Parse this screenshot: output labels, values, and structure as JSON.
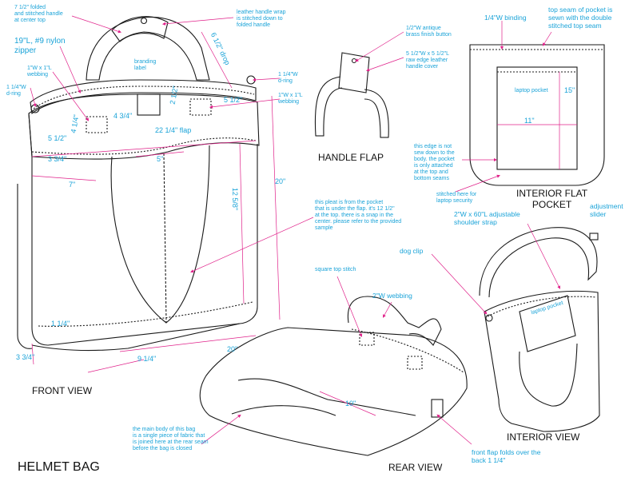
{
  "sheet_title": "HELMET BAG",
  "views": {
    "front": "FRONT VIEW",
    "handle_flap": "HANDLE FLAP",
    "interior_flat_pocket": "INTERIOR FLAT\nPOCKET",
    "rear": "REAR VIEW",
    "interior": "INTERIOR VIEW"
  },
  "notes": {
    "handle_fold": "7 1/2\" folded\nand stitched handle\nat center top",
    "zipper": "19\"L, #9 nylon\nzipper",
    "webbing_1x1_left": "1\"W x 1\"L\nwebbing",
    "dring_left": "1 1/4\"W\nd-ring",
    "branding": "branding\nlabel",
    "leather_wrap": "leather handle wrap\nis stitched down to\nfolded handle",
    "button": "1/2\"W antique\nbrass finish button",
    "handle_cover": "5 1/2\"W x 5 1/2\"L\nraw edge leather\nhandle cover",
    "dring_right": "1 1/4\"W\nd-ring",
    "webbing_1x1_right": "1\"W x 1\"L\nwebbing",
    "binding": "1/4\"W binding",
    "top_seam": "top seam of pocket is\nsewn with the double\nstitched top seam",
    "laptop_pocket": "laptop pocket",
    "edge_not_sewn": "this edge is not\nsew down to the\nbody. the pocket\nis only attached\nat the top and\nbottom seams",
    "stitched_here": "stitched here for\nlaptop security",
    "pleat": "this pleat is from the pocket\nthat is under the flap. it's 12 1/2\"\nat the top. there is a snap in the\ncenter. please refer to the provided\nsample",
    "shoulder_strap": "2\"W x 60\"L adjustable\nshoulder strap",
    "adjustment_slider": "adjustment\nslider",
    "dog_clip": "dog clip",
    "square_stitch": "square top stitch",
    "webbing_2w": "2\"W webbing",
    "laptop_pocket_interior": "laptop pocket",
    "main_body": "the main body of this bag\nis a single piece of fabric that\nis joined here at the rear seam\nbefore the bag is closed",
    "front_flap_fold": "front flap folds over the\nback 1 1/4\""
  },
  "dimensions": {
    "drop": "6 1/2\" drop",
    "flap_tab_h": "2 1/2\"",
    "tab_w": "5 1/2\"",
    "web_4_1_4": "4 1/4\"",
    "web_4_3_4": "4 3/4\"",
    "flap_22": "22 1/4\" flap",
    "side_5_1_2": "5 1/2\"",
    "side_3_3_4": "3 3/4\"",
    "pleat_5": "5\"",
    "side_7": "7\"",
    "height_20": "20\"",
    "height_12": "12 5/8\"",
    "bottom_1_1_4": "1 1/4\"",
    "base_3_3_4": "3 3/4\"",
    "base_9_1_4": "9 1/4\"",
    "width_20": "20\"",
    "pocket_15": "15\"",
    "pocket_11": "11\"",
    "rear_10": "10\""
  },
  "colors": {
    "line": "#1a1a1a",
    "annotation": "#1aa3d8",
    "leader": "#e0218a"
  }
}
